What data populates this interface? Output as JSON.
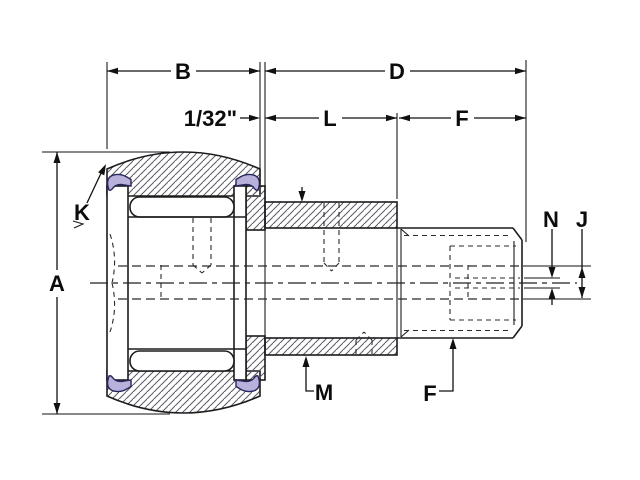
{
  "drawing": {
    "labels": {
      "a": "A",
      "b": "B",
      "d": "D",
      "l": "L",
      "f_top": "F",
      "gap": "1/32\"",
      "k": "K",
      "m": "M",
      "f_bottom": "F",
      "n": "N",
      "j": "J"
    }
  },
  "colors": {
    "seal_fill": "#b7b1dc",
    "line": "#1c1c1c"
  }
}
